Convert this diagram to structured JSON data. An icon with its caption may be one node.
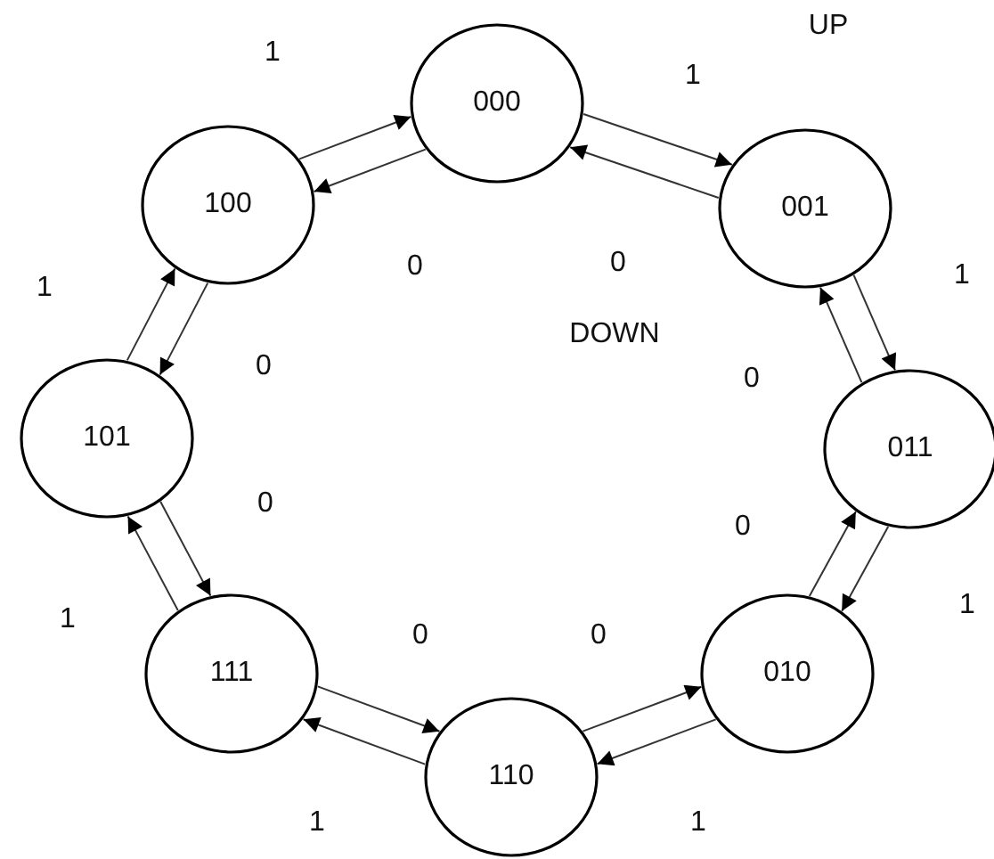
{
  "diagram": {
    "nodes": [
      {
        "text": [
          "000"
        ]
      },
      {
        "text": [
          "001"
        ]
      },
      {
        "text": [
          "011"
        ]
      },
      {
        "text": [
          "010"
        ]
      },
      {
        "text": [
          "110"
        ]
      },
      {
        "text": [
          "111"
        ]
      },
      {
        "text": [
          "101"
        ]
      },
      {
        "text": [
          "100"
        ]
      }
    ],
    "edges": [
      {
        "from": 7,
        "to": 0,
        "arrow": "to",
        "label": "1"
      },
      {
        "from": 0,
        "to": 7,
        "arrow": "to",
        "label": "0"
      },
      {
        "from": 0,
        "to": 1,
        "arrow": "to",
        "label": "1"
      },
      {
        "from": 1,
        "to": 0,
        "arrow": "to",
        "label": "0"
      },
      {
        "from": 1,
        "to": 2,
        "arrow": "to",
        "label": "1"
      },
      {
        "from": 2,
        "to": 1,
        "arrow": "to",
        "label": "0"
      },
      {
        "from": 2,
        "to": 3,
        "arrow": "to",
        "label": "1"
      },
      {
        "from": 3,
        "to": 2,
        "arrow": "to",
        "label": "0"
      },
      {
        "from": 3,
        "to": 4,
        "arrow": "to",
        "label": "1"
      },
      {
        "from": 4,
        "to": 3,
        "arrow": "to",
        "label": "0"
      },
      {
        "from": 4,
        "to": 5,
        "arrow": "to",
        "label": "1"
      },
      {
        "from": 5,
        "to": 4,
        "arrow": "to",
        "label": "0"
      },
      {
        "from": 5,
        "to": 6,
        "arrow": "to",
        "label": "1"
      },
      {
        "from": 6,
        "to": 5,
        "arrow": "to",
        "label": "0"
      },
      {
        "from": 6,
        "to": 7,
        "arrow": "to",
        "label": "1"
      },
      {
        "from": 7,
        "to": 6,
        "arrow": "to",
        "label": "0"
      }
    ],
    "labels": [
      "UP",
      "DOWN"
    ]
  }
}
